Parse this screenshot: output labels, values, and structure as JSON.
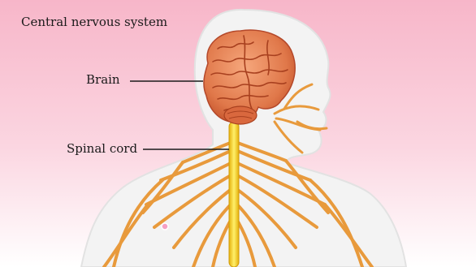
{
  "diagram": {
    "title": "Central nervous system",
    "labels": {
      "brain": "Brain",
      "spinal_cord": "Spinal cord"
    },
    "colors": {
      "background_top": "#f7b6c9",
      "background_bottom": "#ffffff",
      "body_fill": "#f4f4f4",
      "brain": "#e0784a",
      "brain_folds": "#a8401f",
      "nerves": "#e89a3c",
      "spinal_cord": "#f6d21a",
      "leader_line": "#1a1a1a"
    }
  }
}
